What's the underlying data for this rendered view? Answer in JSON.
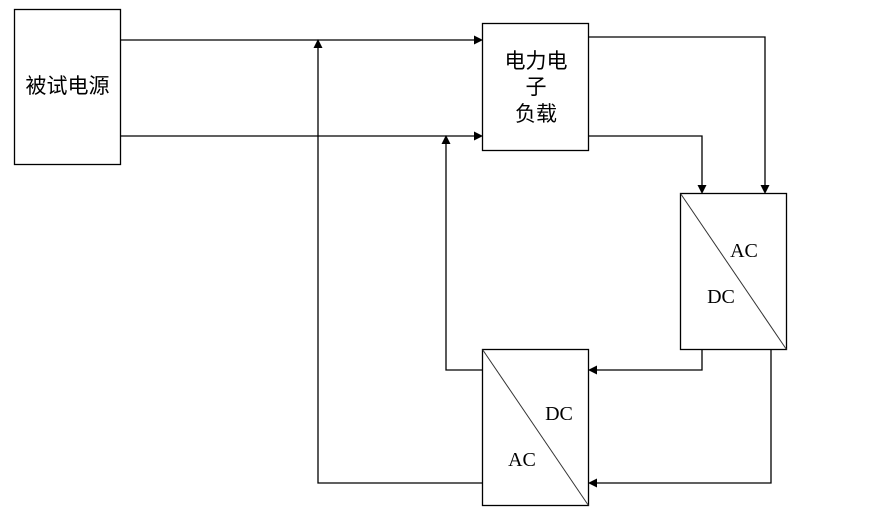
{
  "diagram": {
    "nodes": {
      "source": {
        "label": "被试电源"
      },
      "load": {
        "lines": [
          "电力电",
          "子",
          "负载"
        ]
      },
      "rectifier": {
        "top_label": "AC",
        "bottom_label": "DC"
      },
      "inverter": {
        "top_label": "DC",
        "bottom_label": "AC"
      }
    },
    "edges": [
      {
        "from": "source",
        "to": "load",
        "label": ""
      },
      {
        "from": "source",
        "to": "load",
        "label": ""
      },
      {
        "from": "load",
        "to": "rectifier",
        "label": ""
      },
      {
        "from": "load",
        "to": "rectifier",
        "label": ""
      },
      {
        "from": "rectifier",
        "to": "inverter",
        "label": ""
      },
      {
        "from": "rectifier",
        "to": "inverter",
        "label": ""
      },
      {
        "from": "inverter",
        "to": "source-load-line-1",
        "label": ""
      },
      {
        "from": "inverter",
        "to": "source-load-line-2",
        "label": ""
      }
    ]
  }
}
